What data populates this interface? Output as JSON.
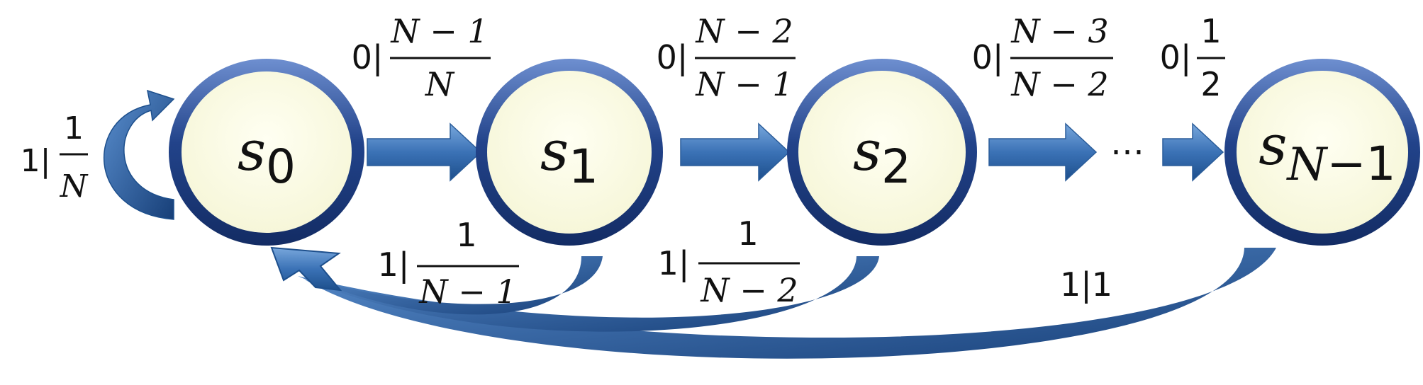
{
  "states": [
    {
      "id": "s0",
      "letter": "s",
      "sub": "0"
    },
    {
      "id": "s1",
      "letter": "s",
      "sub": "1"
    },
    {
      "id": "s2",
      "letter": "s",
      "sub": "2"
    },
    {
      "id": "sn1",
      "letter": "s",
      "sub_var": "N",
      "sub_rest": "−1"
    }
  ],
  "ellipsis": "⋯",
  "forward_labels": [
    {
      "prefix": "0|",
      "num": "N − 1",
      "den": "N"
    },
    {
      "prefix": "0|",
      "num": "N − 2",
      "den": "N − 1"
    },
    {
      "prefix": "0|",
      "num": "N − 3",
      "den": "N − 2"
    },
    {
      "prefix": "0|",
      "num": "1",
      "den": "2"
    }
  ],
  "self_loop_label": {
    "prefix": "1|",
    "num": "1",
    "den": "N"
  },
  "return_labels": [
    {
      "prefix": "1|",
      "num": "1",
      "den": "N − 1"
    },
    {
      "prefix": "1|",
      "num": "1",
      "den": "N − 2"
    },
    {
      "text": "1|1"
    }
  ],
  "colors": {
    "state_fill": "#fbfbe6",
    "state_ring": "#1f3f86",
    "arrow_light": "#4f86c6",
    "arrow_dark": "#1d4f8c"
  }
}
